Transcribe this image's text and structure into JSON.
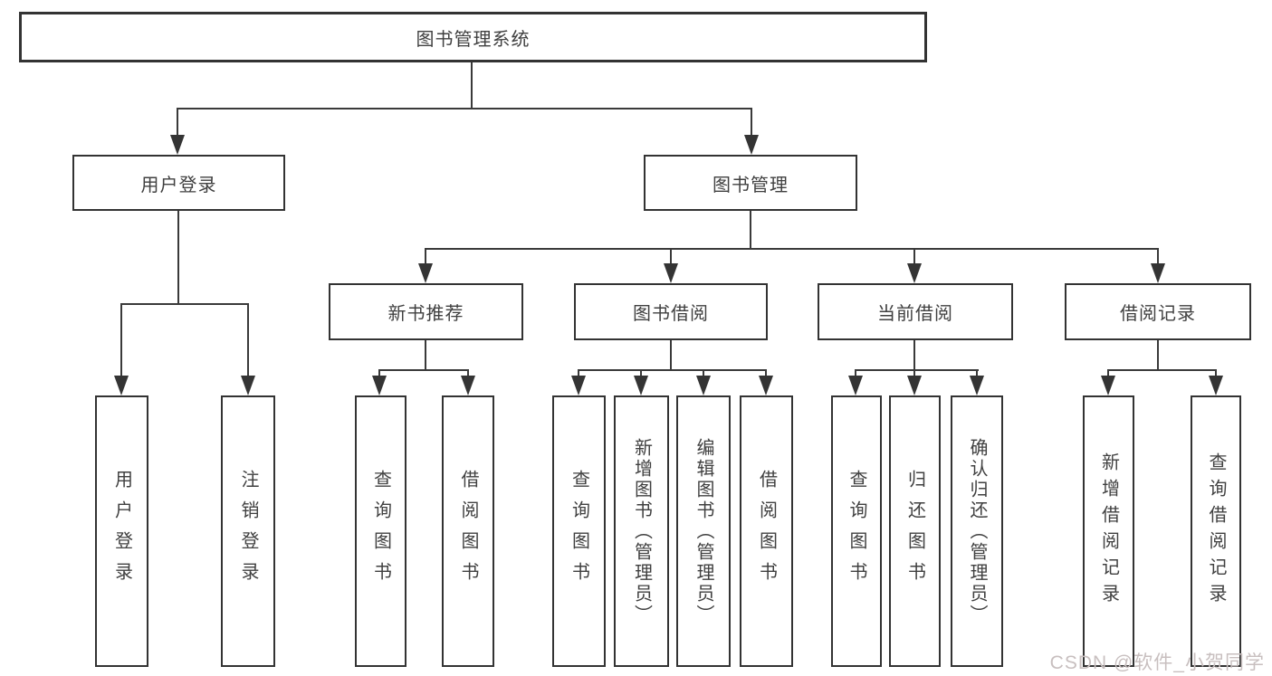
{
  "diagram": {
    "nodes": {
      "root": "图书管理系统",
      "login": "用户登录",
      "management": "图书管理",
      "newbook": "新书推荐",
      "borrow": "图书借阅",
      "current": "当前借阅",
      "records": "借阅记录",
      "login_children": [
        "用户登录",
        "注销登录"
      ],
      "newbook_children": [
        "查询图书",
        "借阅图书"
      ],
      "borrow_children": [
        "查询图书",
        "新增图书（管理员）",
        "编辑图书（管理员）",
        "借阅图书"
      ],
      "current_children": [
        "查询图书",
        "归还图书",
        "确认归还（管理员）"
      ],
      "records_children": [
        "新增借阅记录",
        "查询借阅记录"
      ]
    },
    "colors": {
      "line": "#3a3a3a",
      "box_border": "#333333",
      "text": "#404040",
      "background": "#ffffff",
      "watermark": "#c8bfbf"
    }
  },
  "watermark": {
    "text": "CSDN @软件_小贺同学"
  }
}
